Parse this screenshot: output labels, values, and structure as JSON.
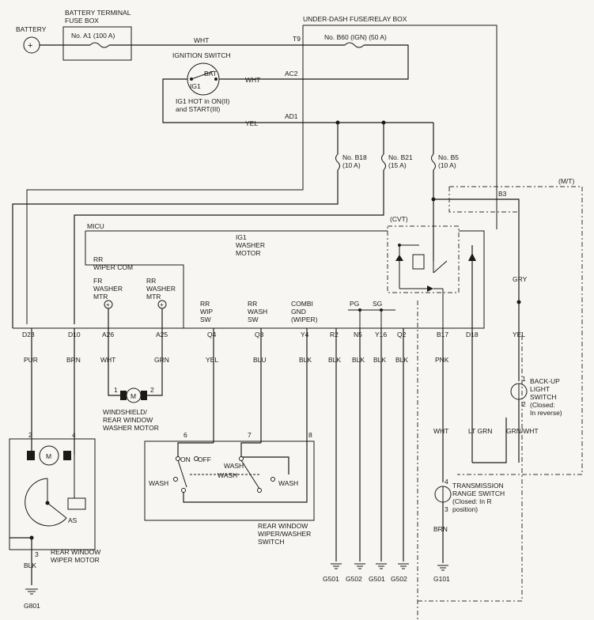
{
  "battery": "BATTERY",
  "battery_box": "BATTERY TERMINAL",
  "battery_box2": "FUSE BOX",
  "fuse_a1": "No. A1 (100 A)",
  "underdash": "UNDER-DASH FUSE/RELAY BOX",
  "fuse_b60": "No. B60 (IGN) (50 A)",
  "ign_switch": "IGNITION SWITCH",
  "bat": "BAT",
  "ig1": "IG1",
  "ig1_hot": "IG1 HOT in ON(II)",
  "ig1_hot2": "and START(III)",
  "wht": "WHT",
  "yel": "YEL",
  "t9": "T9",
  "ac2": "AC2",
  "ad1": "AD1",
  "fuse_b18": "No. B18",
  "fuse_b18a": "(10 A)",
  "fuse_b21": "No. B21",
  "fuse_b21a": "(15 A)",
  "fuse_b5": "No. B5",
  "fuse_b5a": "(10 A)",
  "mt": "(M/T)",
  "b3": "B3",
  "cvt": "(CVT)",
  "micu": "MICU",
  "ig1_washer": "IG1",
  "ig1_washer2": "WASHER",
  "ig1_washer3": "MOTOR",
  "rr_wiper_com": "RR",
  "rr_wiper_com2": "WIPER COM",
  "fr_washer": "FR",
  "fr_washer2": "WASHER",
  "fr_washer3": "MTR",
  "rr_washer": "RR",
  "rr_washer2": "WASHER",
  "rr_washer3": "MTR",
  "rr_wip": "RR",
  "rr_wip2": "WIP",
  "rr_wip3": "SW",
  "rr_wash": "RR",
  "rr_wash2": "WASH",
  "rr_wash3": "SW",
  "combi": "COMBI",
  "combi2": "GND",
  "combi3": "(WIPER)",
  "pg": "PG",
  "sg": "SG",
  "pins": [
    "D23",
    "D10",
    "A26",
    "A25",
    "Q4",
    "Q3",
    "Y4",
    "R2",
    "N5",
    "Y16",
    "Q2",
    "B17",
    "D18"
  ],
  "colors": [
    "PUR",
    "BRN",
    "WHT",
    "GRN",
    "YEL",
    "BLU",
    "BLK",
    "BLK",
    "BLK",
    "BLK",
    "BLK",
    "PNK"
  ],
  "gry": "GRY",
  "yel2": "YEL",
  "backup": "BACK-UP",
  "backup2": "LIGHT",
  "backup3": "SWITCH",
  "backup4": "(Closed:",
  "backup5": "In reverse)",
  "washer_motor": "WINDSHIELD/",
  "washer_motor2": "REAR WINDOW",
  "washer_motor3": "WASHER MOTOR",
  "n1": "1",
  "n2": "2",
  "n3": "3",
  "n4": "4",
  "n6": "6",
  "n7": "7",
  "n8": "8",
  "m": "M",
  "on": "ON",
  "off": "OFF",
  "wash": "WASH",
  "rear_switch": "REAR WINDOW",
  "rear_switch2": "WIPER/WASHER",
  "rear_switch3": "SWITCH",
  "rear_motor": "REAR WINDOW",
  "rear_motor2": "WIPER MOTOR",
  "as": "AS",
  "blk": "BLK",
  "g801": "G801",
  "wht2": "WHT",
  "ltgrn": "LT GRN",
  "grnwht": "GRN/WHT",
  "trs": "TRANSMISSION",
  "trs2": "RANGE SWITCH",
  "trs3": "(Closed: In R",
  "trs4": "position)",
  "brn": "BRN",
  "grounds": [
    "G501",
    "G502",
    "G501",
    "G502"
  ],
  "g101": "G101"
}
